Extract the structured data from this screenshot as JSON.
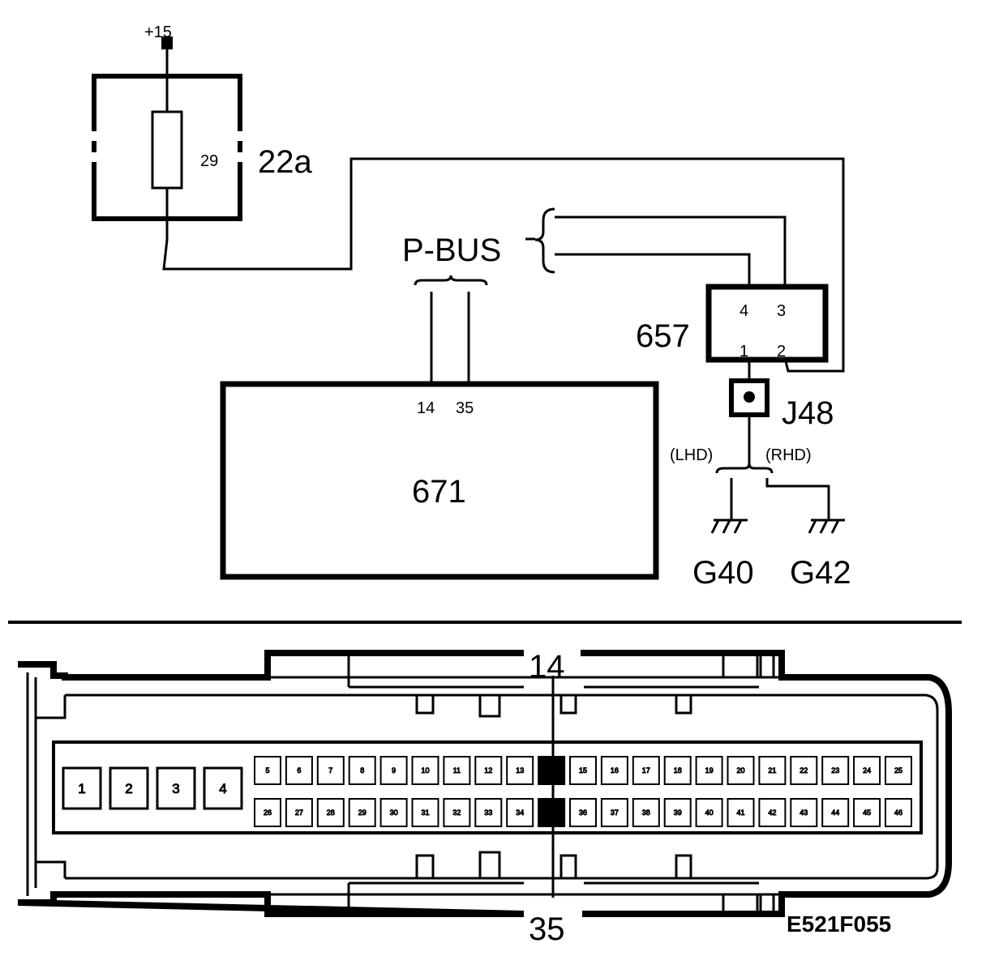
{
  "diagram": {
    "supply_label": "+15",
    "fuse_box_id": "22a",
    "fuse_number": "29",
    "bus_label": "P-BUS",
    "module_671": {
      "id": "671",
      "pin_a": "14",
      "pin_b": "35"
    },
    "connector_657": {
      "id": "657",
      "pin_4": "4",
      "pin_3": "3",
      "pin_1": "1",
      "pin_2": "2"
    },
    "junction": "J48",
    "lhd_label": "(LHD)",
    "rhd_label": "(RHD)",
    "ground_lhd": "G40",
    "ground_rhd": "G42"
  },
  "connector_view": {
    "top_pin_label": "14",
    "bottom_pin_label": "35",
    "large_pins": [
      "1",
      "2",
      "3",
      "4"
    ],
    "row1_pins": [
      "5",
      "6",
      "7",
      "8",
      "9",
      "10",
      "11",
      "12",
      "13",
      "14",
      "15",
      "16",
      "17",
      "18",
      "19",
      "20",
      "21",
      "22",
      "23",
      "24",
      "25"
    ],
    "row2_pins": [
      "26",
      "27",
      "28",
      "29",
      "30",
      "31",
      "32",
      "33",
      "34",
      "35",
      "36",
      "37",
      "38",
      "39",
      "40",
      "41",
      "42",
      "43",
      "44",
      "45",
      "46"
    ],
    "highlight_pins": [
      "14",
      "35"
    ],
    "figure_code": "E521F055"
  }
}
